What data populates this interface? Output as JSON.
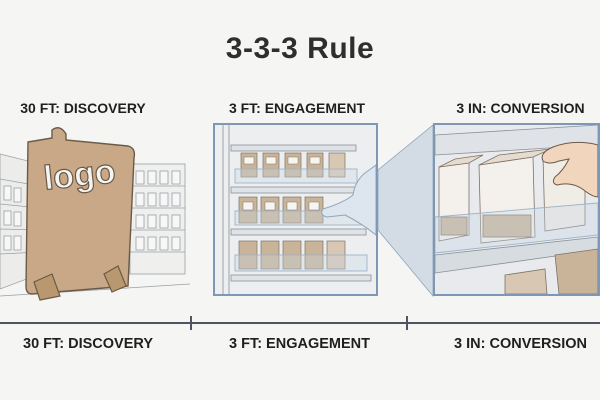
{
  "title": "3-3-3 Rule",
  "logo_text": "logo",
  "stages": [
    {
      "top_label": "30 FT: DISCOVERY",
      "bottom_label": "30 FT: DISCOVERY"
    },
    {
      "top_label": "3 FT: ENGAGEMENT",
      "bottom_label": "3 FT: ENGAGEMENT"
    },
    {
      "top_label": "3 IN: CONVERSION",
      "bottom_label": "3 IN: CONVERSION"
    }
  ],
  "colors": {
    "cardboard": "#c8a886",
    "cardboard_edge": "#6b5a48",
    "frame_blue": "#7d97b5",
    "timeline": "#4d5563",
    "text": "#1f1f1f"
  }
}
